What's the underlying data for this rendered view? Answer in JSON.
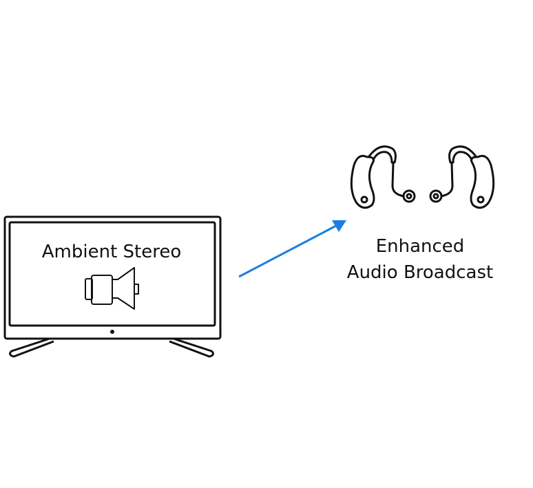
{
  "tv": {
    "label": "Ambient Stereo",
    "icon": "speaker-icon"
  },
  "arrow": {
    "color": "#1a7fe0"
  },
  "hearing_aids": {
    "label_line1": "Enhanced",
    "label_line2": "Audio Broadcast",
    "icon": "hearing-aids-icon"
  }
}
